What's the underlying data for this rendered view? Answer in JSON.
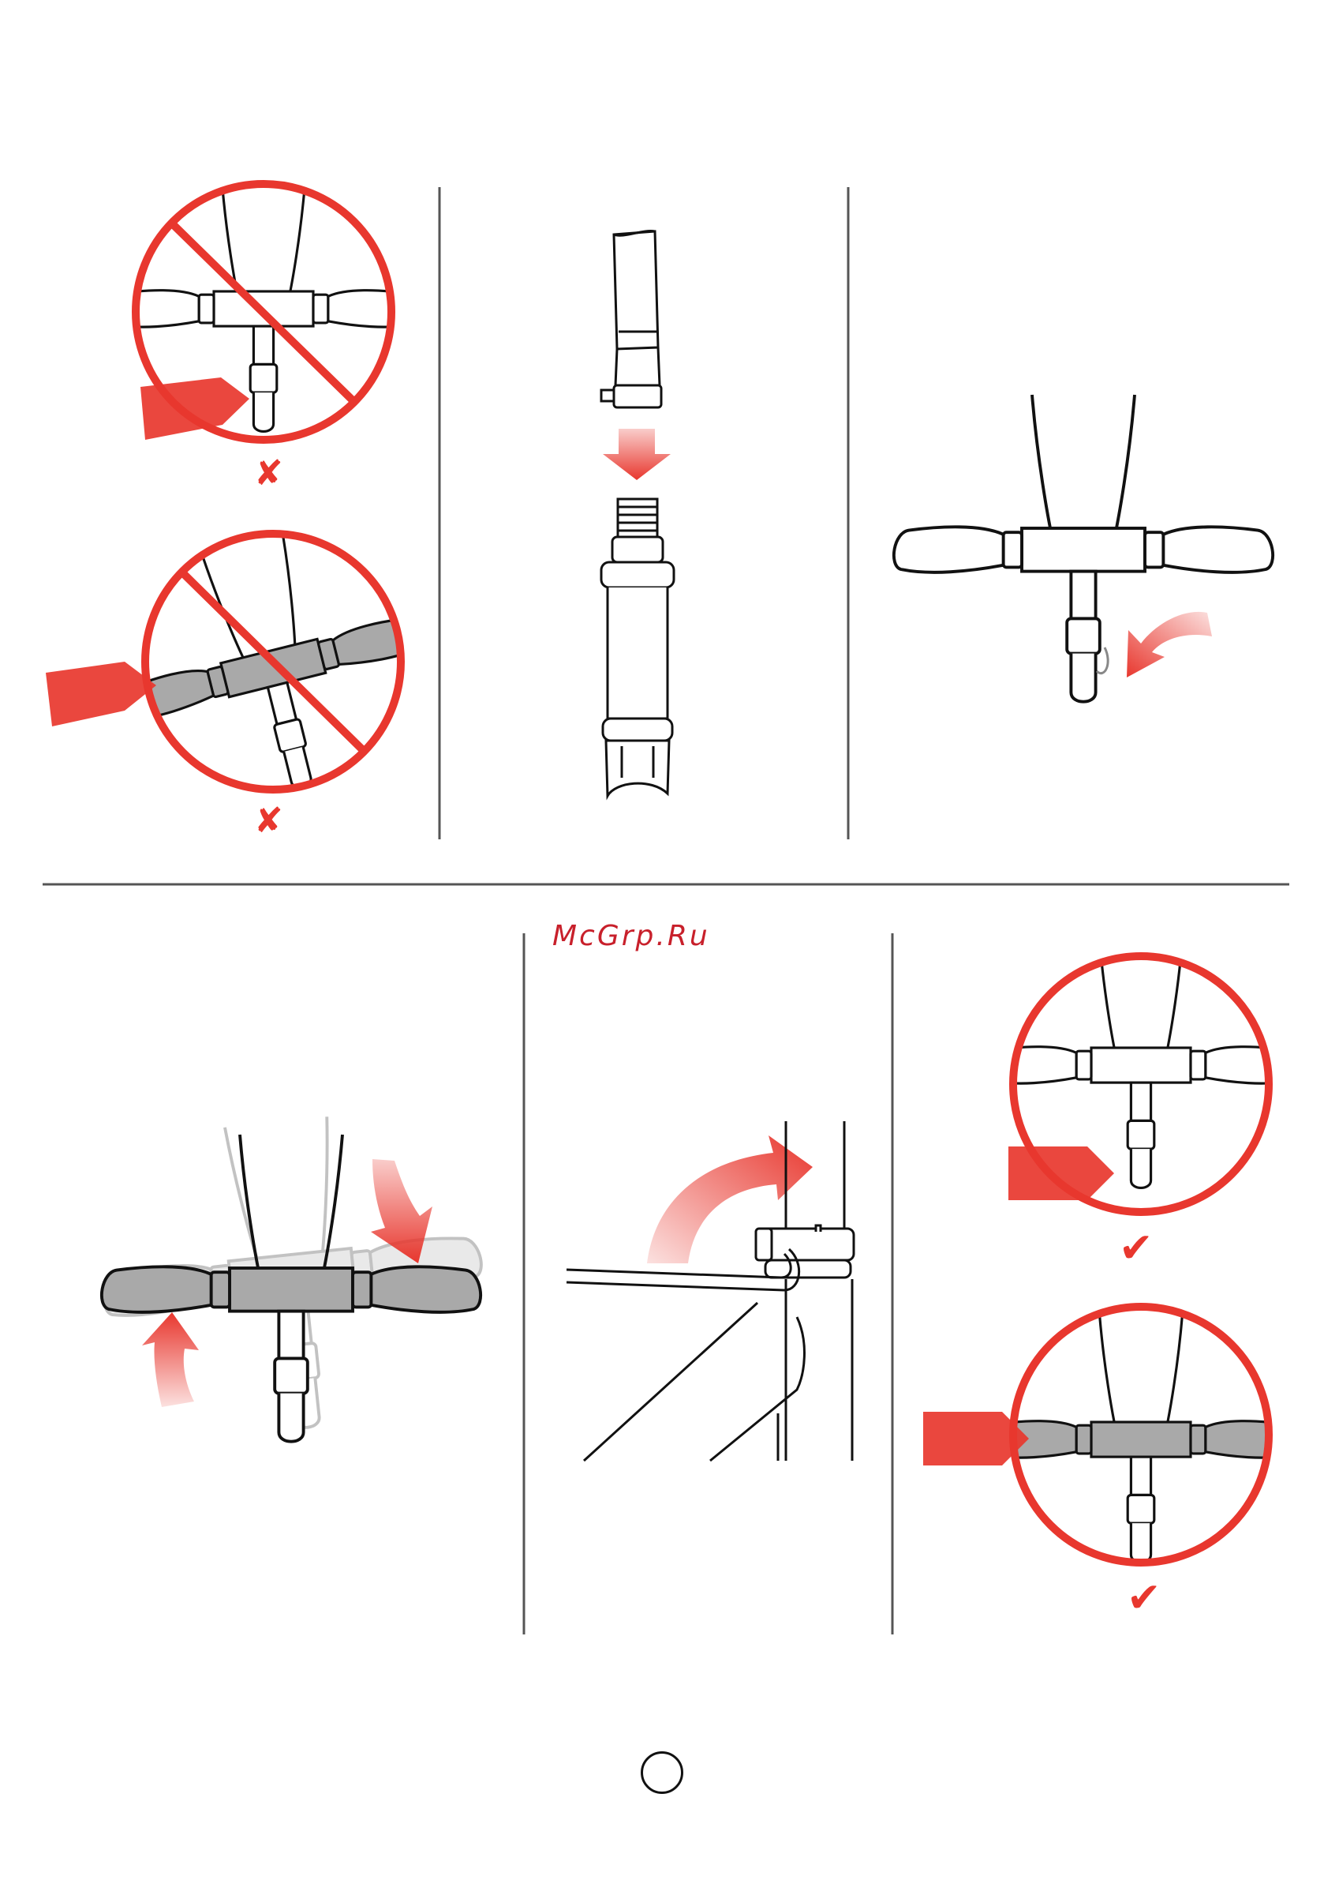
{
  "watermark": "McGrp.Ru",
  "marks": {
    "wrong": "✘",
    "right": "✔"
  },
  "page_number": "",
  "colors": {
    "accent_red": "#e8372e",
    "line": "#111111",
    "divider": "#555555",
    "grip_grey": "#a9a9a9",
    "watermark": "#c8202b"
  },
  "panels": [
    {
      "id": "top-left",
      "content": "two prohibited handlebar orientations (crossed circles)"
    },
    {
      "id": "top-middle",
      "content": "insert steering tube into fork stem"
    },
    {
      "id": "top-right",
      "content": "handlebar with quick release clamp"
    },
    {
      "id": "bottom-left",
      "content": "rotate handlebar to correct angle"
    },
    {
      "id": "bottom-middle",
      "content": "tighten clamp bolt with hex key"
    },
    {
      "id": "bottom-right",
      "content": "two correct handlebar orientations"
    }
  ]
}
